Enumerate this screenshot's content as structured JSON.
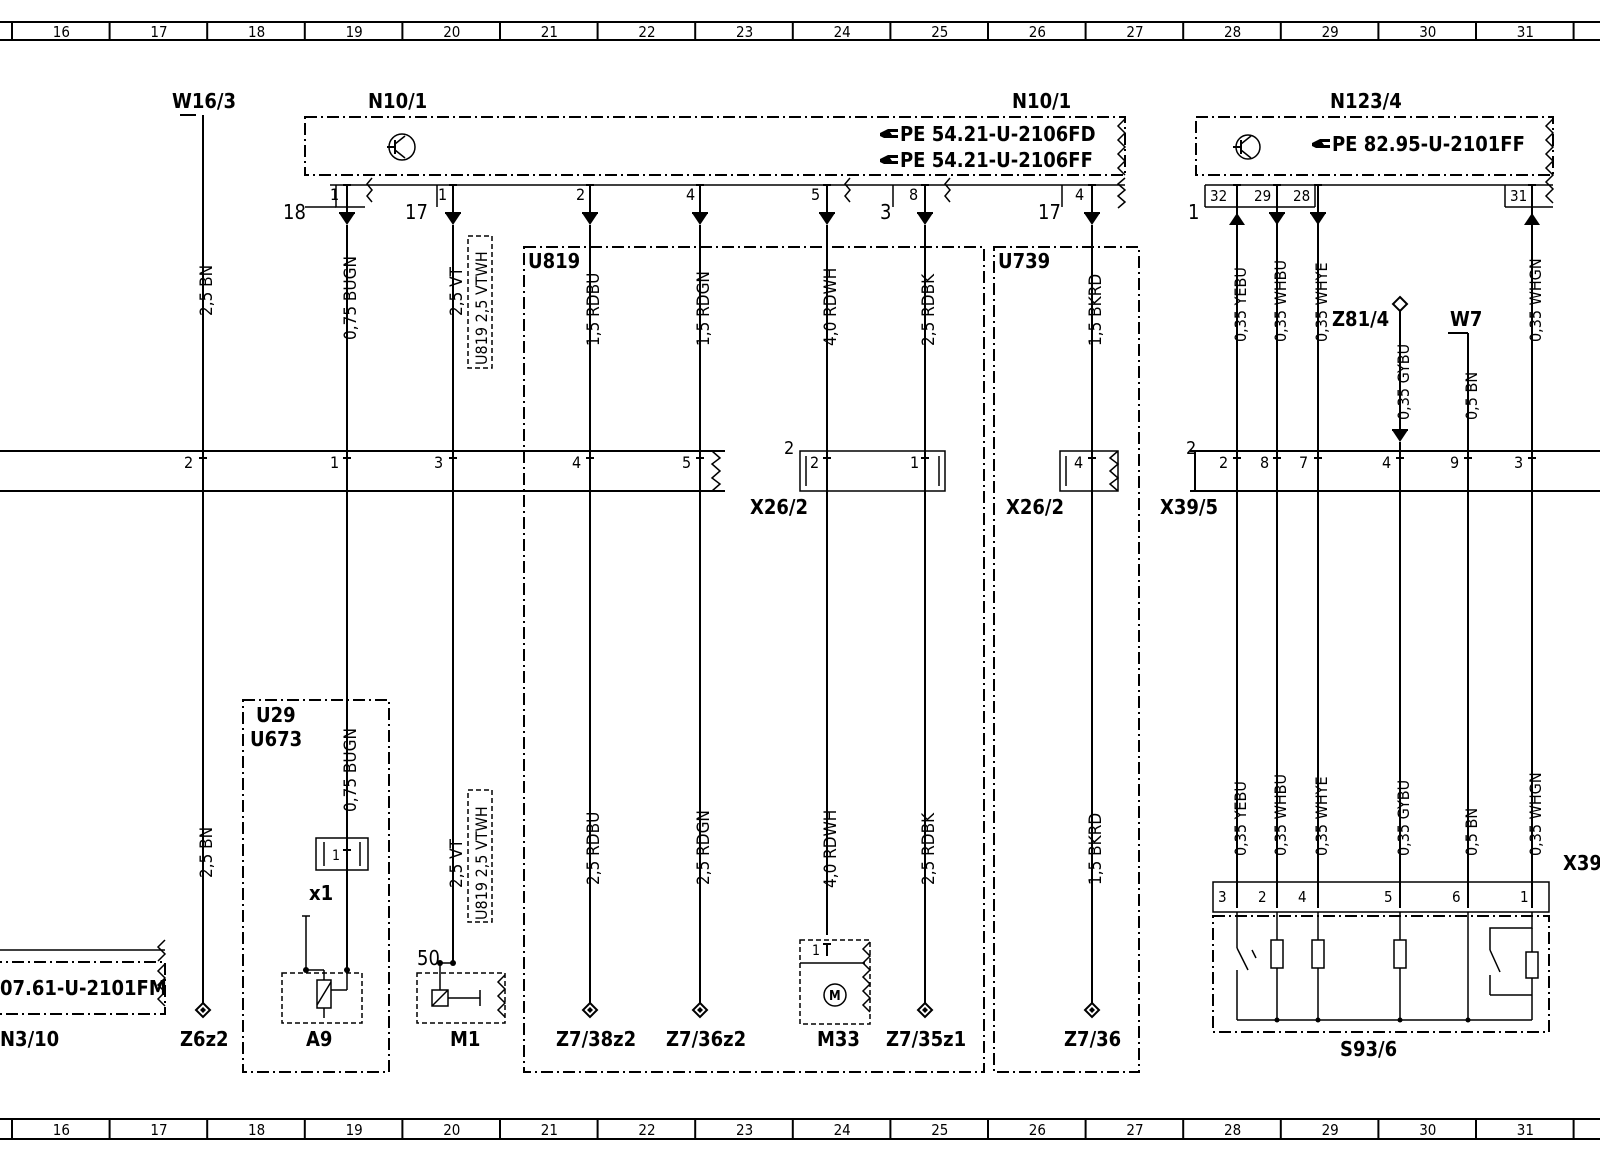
{
  "ruler": [
    "16",
    "17",
    "18",
    "19",
    "20",
    "21",
    "22",
    "23",
    "24",
    "25",
    "26",
    "27",
    "28",
    "29",
    "30",
    "31"
  ],
  "components": {
    "w16_3": "W16/3",
    "n10_1_a": "N10/1",
    "n10_1_b": "N10/1",
    "n123_4": "N123/4",
    "u819": "U819",
    "u739": "U739",
    "u29": "U29",
    "u673": "U673",
    "x26_2_a": "X26/2",
    "x26_2_b": "X26/2",
    "x39_5": "X39/5",
    "x39_cut": "X39",
    "z81_4": "Z81/4",
    "w7": "W7",
    "z6z2": "Z6z2",
    "a9": "A9",
    "m1": "M1",
    "z7_38z2": "Z7/38z2",
    "z7_36z2": "Z7/36z2",
    "m33": "M33",
    "z7_35z1": "Z7/35z1",
    "z7_36": "Z7/36",
    "s93_6": "S93/6",
    "n3_10": "N3/10",
    "x1": "x1",
    "num50": "50"
  },
  "refs": {
    "ref1": "PE  54.21-U-2106FD",
    "ref2": "PE  54.21-U-2106FF",
    "ref3": "PE  82.95-U-2101FF",
    "ref4": "07.61-U-2101FM"
  },
  "wires": {
    "w1": "2,5  BN",
    "w2": "0,75  BUGN",
    "w3": "2,5  VT",
    "w3b": "U819  2,5  VTWH",
    "w4": "1,5  RDBU",
    "w5": "1,5  RDGN",
    "w6": "4,0  RDWH",
    "w7": "2,5  RDBK",
    "w8": "1,5  BKRD",
    "w9": "0,35  YEBU",
    "w10": "0,35  WHBU",
    "w11": "0,35  WHYE",
    "w12": "0,35  GYBU",
    "w13": "0,5  BN",
    "w14": "0,35  WHGN",
    "l1": "2,5  BN",
    "l2": "0,75  BUGN",
    "l3": "2,5  VT",
    "l3b": "U819  2,5  VTWH",
    "l4": "2,5  RDBU",
    "l5": "2,5  RDGN",
    "l6": "4,0  RDWH",
    "l7": "2,5  RDBK",
    "l8": "1,5  BKRD",
    "l9": "0,35  YEBU",
    "l10": "0,35  WHBU",
    "l11": "0,35  WHYE",
    "l12": "0,35  GYBU",
    "l13": "0,5  BN",
    "l14": "0,35  WHGN"
  },
  "pins": {
    "n10_p1a": "1",
    "n10_p1b": "1",
    "n10_p2": "2",
    "n10_p4": "4",
    "n10_p5": "5",
    "n10_p8": "8",
    "n10_p4b": "4",
    "ext18": "18",
    "ext17a": "17",
    "ext3": "3",
    "ext17b": "17",
    "ext1": "1",
    "n123_32": "32",
    "n123_29": "29",
    "n123_28": "28",
    "n123_31": "31",
    "c2": "2",
    "c1": "1",
    "c3": "3",
    "c4": "4",
    "c5": "5",
    "x26a_2": "2",
    "x26a_1": "1",
    "x26a_ext": "2",
    "x26b_4": "4",
    "x39_ext": "2",
    "x39_2": "2",
    "x39_8": "8",
    "x39_7": "7",
    "x39_4": "4",
    "x39_9": "9",
    "x39_3": "3",
    "a9_1": "1",
    "m33_1": "1",
    "s3": "3",
    "s2": "2",
    "s4": "4",
    "s5": "5",
    "s6": "6",
    "s1": "1"
  }
}
